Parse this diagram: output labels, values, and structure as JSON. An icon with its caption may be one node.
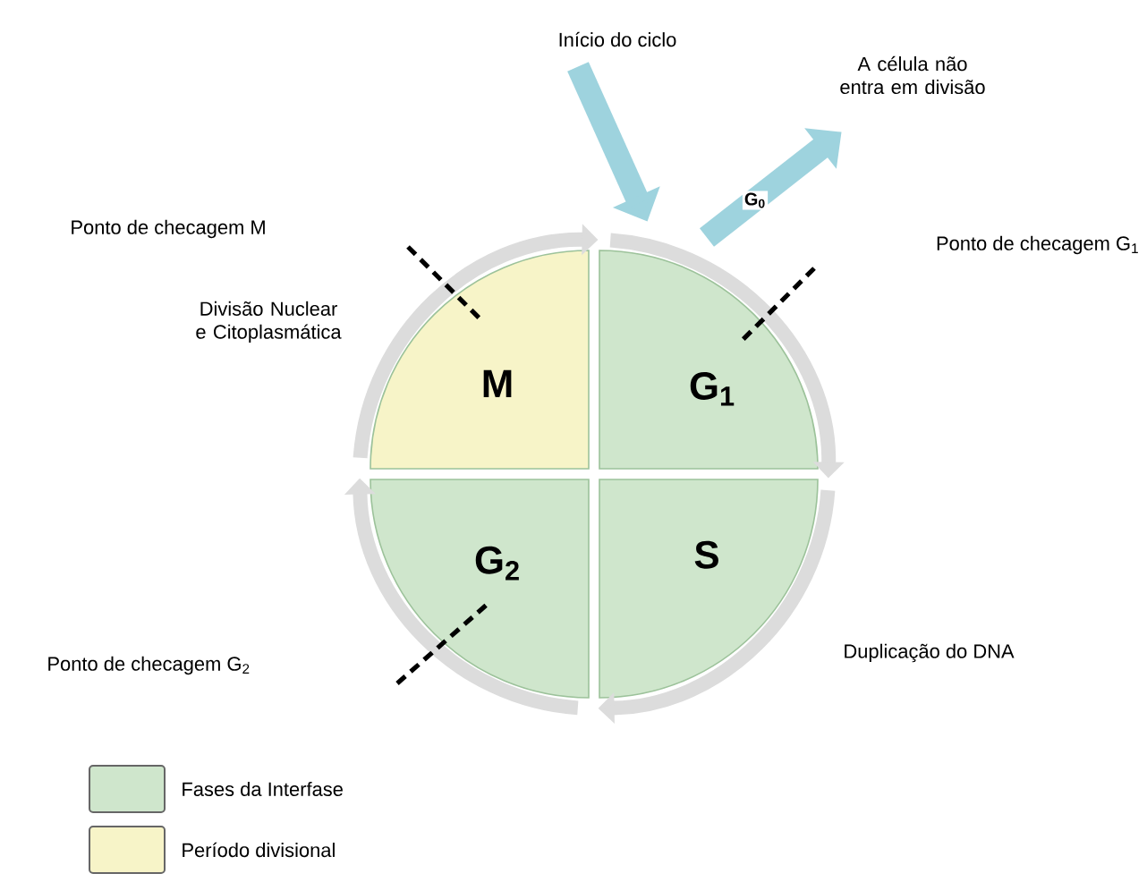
{
  "diagram": {
    "nodes": [
      {
        "text": [
          "Início do ciclo"
        ]
      },
      {
        "text": [
          "A célula não entra em divisão"
        ]
      },
      {
        "text": [
          "M"
        ],
        "beside": [
          "Divisão Nuclear e Citoplasmática"
        ]
      },
      {
        "text": [
          "G$_{1}$"
        ]
      },
      {
        "text": [
          "G$_{2}$"
        ]
      },
      {
        "text": [
          "S"
        ]
      }
    ],
    "edges": [
      {
        "from": 2,
        "to": 3,
        "arrow": "to"
      },
      {
        "from": 3,
        "to": 5,
        "arrow": "to"
      },
      {
        "from": 5,
        "to": 4,
        "arrow": "to"
      },
      {
        "from": 4,
        "to": 2,
        "arrow": "to"
      },
      {
        "from": 0,
        "to": 3,
        "arrow": "to",
        "color": "#9ed3de"
      },
      {
        "from": 3,
        "to": 1,
        "arrow": "to",
        "color": "#9ed3de",
        "label": "G$_{0}$"
      }
    ],
    "labels": [
      "Ponto de checagem M",
      "Ponto de checagem G$_{1}$",
      "Ponto de checagem G$_{2}$",
      "Duplicação do DNA"
    ],
    "legend": [
      {
        "text": "Fases da Interfase",
        "color": "#cfe6cc"
      },
      {
        "text": "Período divisional",
        "color": "#f7f4c8"
      }
    ]
  }
}
